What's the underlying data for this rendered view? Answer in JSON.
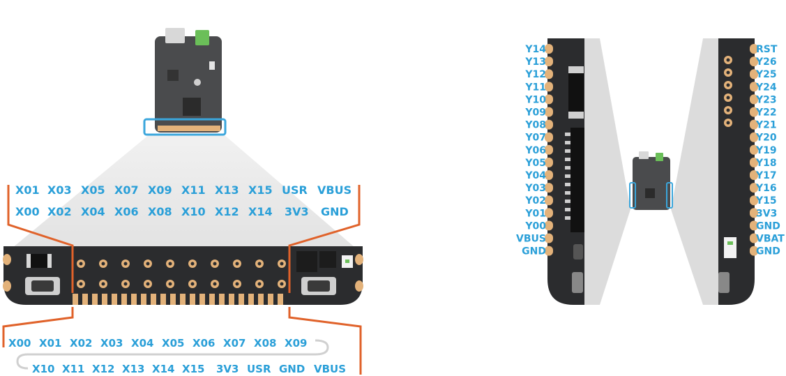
{
  "header_pins": {
    "top_row": [
      "X01",
      "X03",
      "X05",
      "X07",
      "X09",
      "X11",
      "X13",
      "X15",
      "USR",
      "VBUS"
    ],
    "bottom_row": [
      "X00",
      "X02",
      "X04",
      "X06",
      "X08",
      "X10",
      "X12",
      "X14",
      "3V3",
      "GND"
    ]
  },
  "edge_pins": {
    "row1": [
      "X00",
      "X01",
      "X02",
      "X03",
      "X04",
      "X05",
      "X06",
      "X07",
      "X08",
      "X09"
    ],
    "row2": [
      "X10",
      "X11",
      "X12",
      "X13",
      "X14",
      "X15",
      "3V3",
      "USR",
      "GND",
      "VBUS"
    ]
  },
  "side_pins": {
    "left": [
      "Y14",
      "Y13",
      "Y12",
      "Y11",
      "Y10",
      "Y09",
      "Y08",
      "Y07",
      "Y06",
      "Y05",
      "Y04",
      "Y03",
      "Y02",
      "Y01",
      "Y00",
      "VBUS",
      "GND"
    ],
    "right": [
      "RST",
      "Y26",
      "Y25",
      "Y24",
      "Y23",
      "Y22",
      "Y21",
      "Y20",
      "Y19",
      "Y18",
      "Y17",
      "Y16",
      "Y15",
      "3V3",
      "GND",
      "VBAT",
      "GND"
    ]
  },
  "colors": {
    "label": "#2a9fd8",
    "leader": "#e0622a",
    "board": "#2b2c2e",
    "pad": "#e3b27a",
    "highlight": "#3aa6dc",
    "wedge": "#dcdcdc"
  }
}
